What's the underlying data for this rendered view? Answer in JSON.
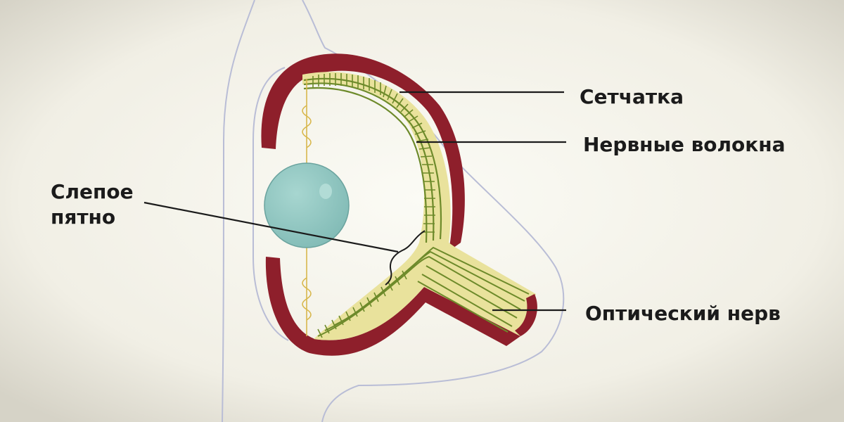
{
  "labels": {
    "retina": "Сетчатка",
    "nerve_fibers": "Нервные волокна",
    "blind_spot_line1": "Слепое",
    "blind_spot_line2": "пятно",
    "optic_nerve": "Оптический нерв"
  },
  "colors": {
    "background_center": "#fbfbf5",
    "background_edge": "#d6d3c7",
    "sclera": "#8e1f2b",
    "retina_fill": "#e9e29c",
    "fibers": "#6d8a2a",
    "lens": "#7fb9b4",
    "outline": "#b9bdd6",
    "leader_line": "#1b1b1b"
  }
}
